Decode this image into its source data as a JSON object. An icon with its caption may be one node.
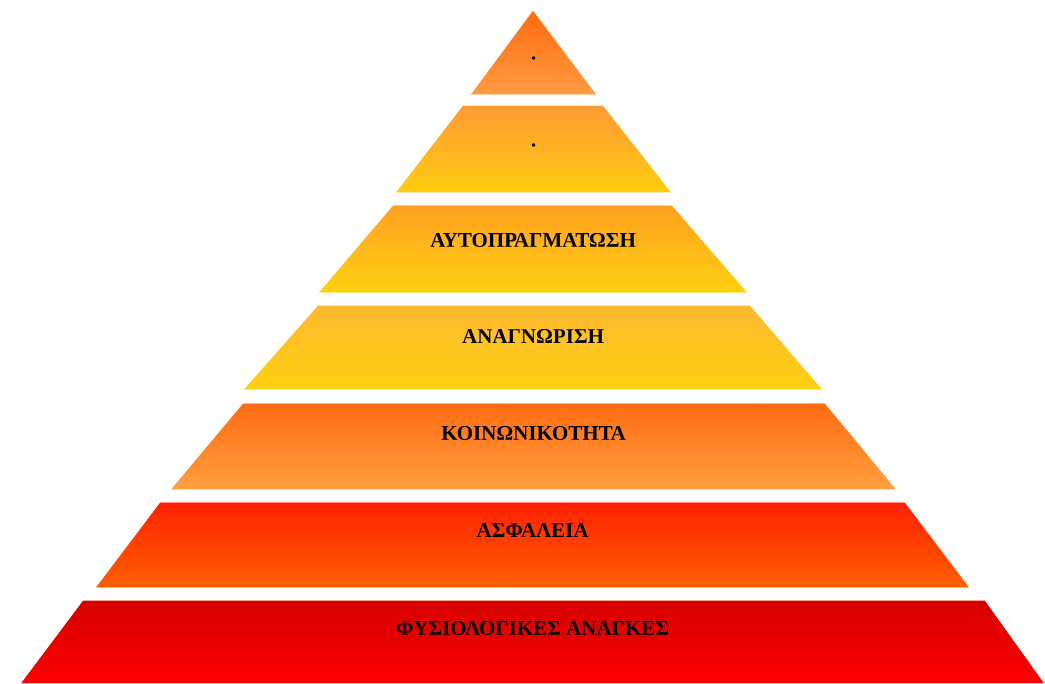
{
  "diagram": {
    "nodes": [
      {
        "text": [
          "."
        ]
      },
      {
        "text": [
          "."
        ]
      },
      {
        "text": [
          "ΑΥΤΟΠΡΑΓΜΑΤΩΣΗ"
        ]
      },
      {
        "text": [
          "ΑΝΑΓΝΩΡΙΣΗ"
        ]
      },
      {
        "text": [
          "ΚΟΙΝΩΝΙΚΟΤΗΤΑ"
        ]
      },
      {
        "text": [
          "ΑΣΦΑΛΕΙΑ"
        ]
      },
      {
        "text": [
          "ΦΥΣΙΟΛΟΓΙΚΕΣ ΑΝΑΓΚΕΣ"
        ]
      }
    ]
  }
}
